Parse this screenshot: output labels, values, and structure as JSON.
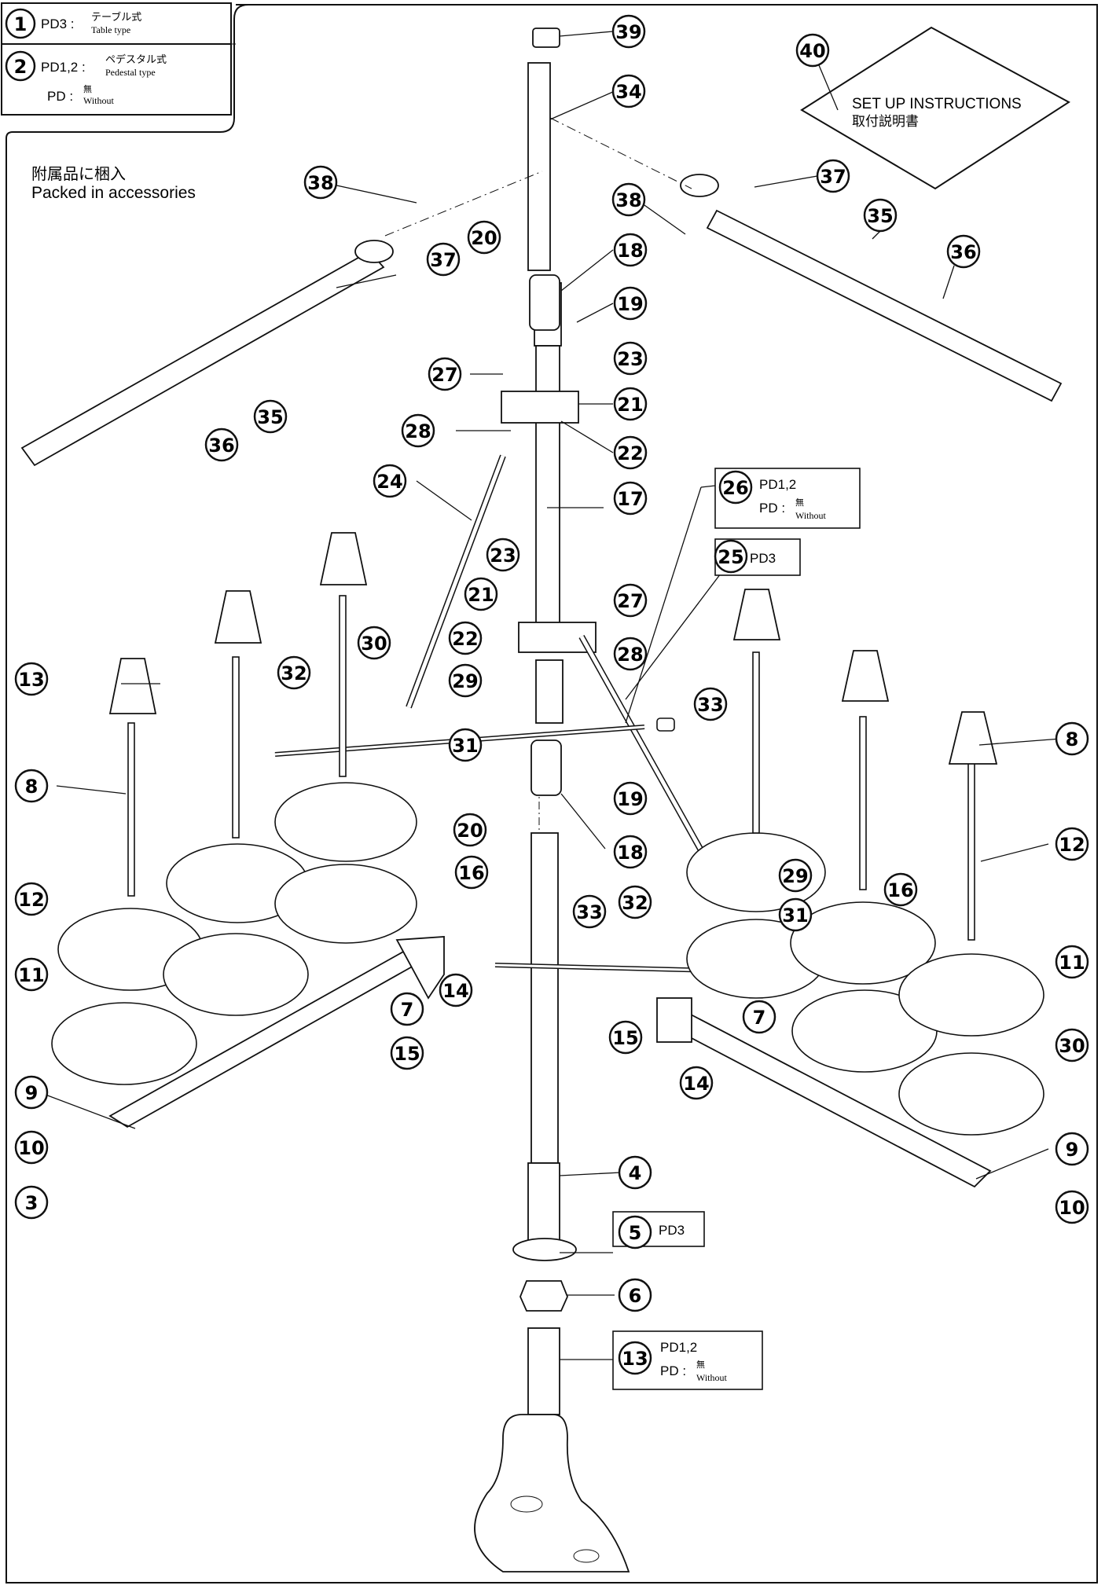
{
  "legend": {
    "row1": {
      "num": "1",
      "code": "PD3 : ",
      "ja": "テーブル式",
      "en": "Table type"
    },
    "row2": {
      "num": "2",
      "code": "PD1,2 : ",
      "ja": "ペデスタル式",
      "en": "Pedestal type"
    },
    "row3": {
      "code": "PD : ",
      "ja": "無",
      "en": "Without"
    }
  },
  "accessories": {
    "ja": "附属品に梱入",
    "en": "Packed in accessories"
  },
  "setup": {
    "en": "SET UP INSTRUCTIONS",
    "ja": "取付説明書"
  },
  "notes": {
    "n26_code": "PD1,2",
    "n26_pd": "PD : ",
    "n26_ja": "無",
    "n26_en": "Without",
    "n25": "PD3",
    "n4": "PD3",
    "n6_code": "PD1,2",
    "n6_pd": "PD : ",
    "n6_ja": "無",
    "n6_en": "Without"
  },
  "callouts": [
    "39",
    "34",
    "40",
    "37",
    "38",
    "35",
    "36",
    "20",
    "18",
    "19",
    "23",
    "21",
    "27",
    "28",
    "22",
    "17",
    "24",
    "26",
    "25",
    "38",
    "37",
    "35",
    "36",
    "23",
    "21",
    "27",
    "28",
    "22",
    "30",
    "29",
    "32",
    "31",
    "33",
    "13",
    "8",
    "12",
    "11",
    "19",
    "20",
    "18",
    "16",
    "14",
    "15",
    "7",
    "9",
    "10",
    "3",
    "4",
    "5",
    "6",
    "13",
    "8",
    "12",
    "11",
    "30",
    "29",
    "31",
    "32",
    "33",
    "16",
    "15",
    "14",
    "7",
    "9",
    "10"
  ]
}
